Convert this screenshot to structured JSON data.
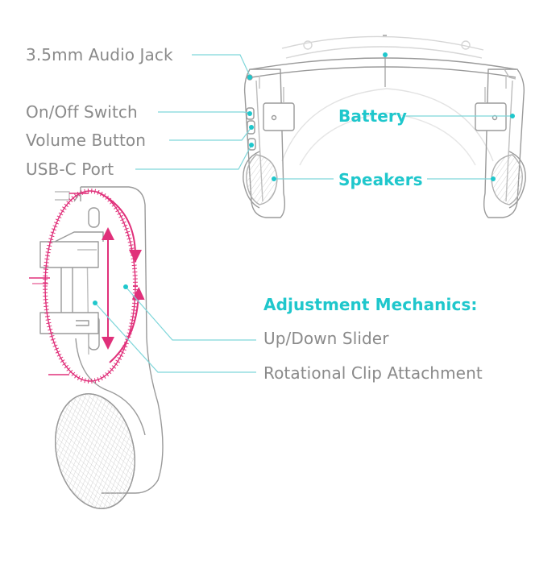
{
  "labels": {
    "audio_jack": "3.5mm Audio Jack",
    "on_off_switch": "On/Off Switch",
    "volume_button": "Volume Button",
    "usb_c_port": "USB-C Port",
    "battery": "Battery",
    "speakers": "Speakers",
    "adjustment_title": "Adjustment Mechanics:",
    "up_down_slider": "Up/Down Slider",
    "rotational_clip": "Rotational Clip Attachment"
  },
  "colors": {
    "accent": "#1fc7cc",
    "arrow": "#e0307a",
    "label_text": "#8a8a8a",
    "line_art": "#9a9a9a",
    "leader": "#7fd6da"
  }
}
